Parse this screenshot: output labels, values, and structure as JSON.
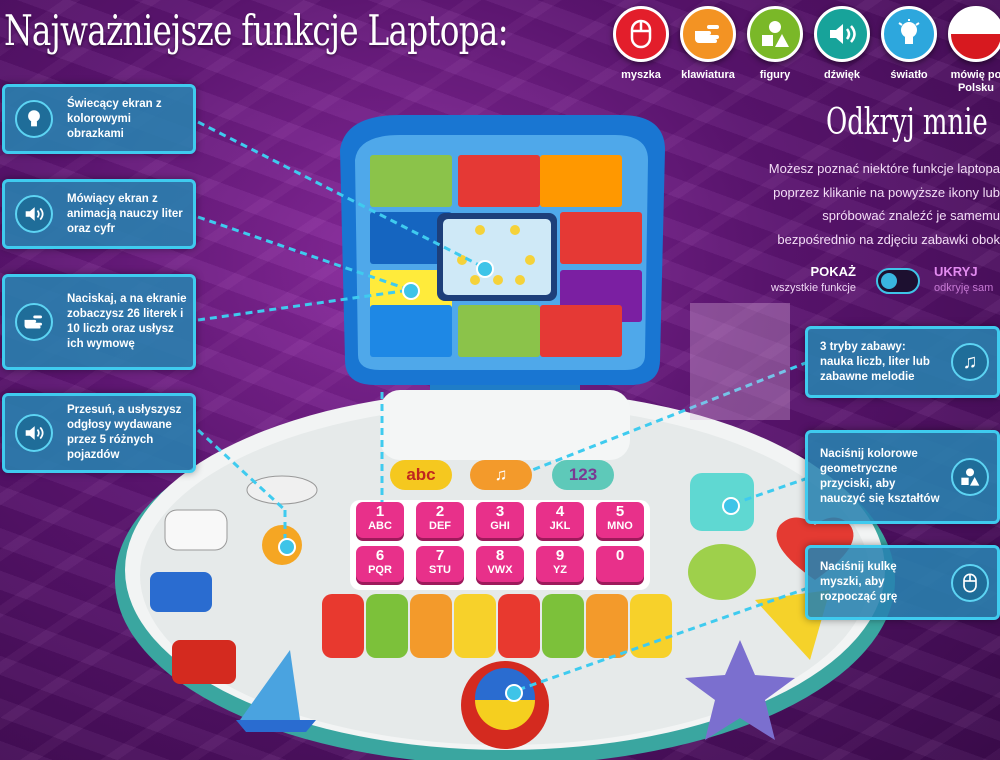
{
  "header": {
    "title": "Najważniejsze funkcje Laptopa:"
  },
  "icon_buttons": [
    {
      "label": "myszka",
      "icon": "mouse-icon",
      "color": "#e31e2b"
    },
    {
      "label": "klawiatura",
      "icon": "hand-icon",
      "color": "#f39323"
    },
    {
      "label": "figury",
      "icon": "shapes-icon",
      "color": "#7ab828"
    },
    {
      "label": "dźwięk",
      "icon": "speaker-icon",
      "color": "#17a39a"
    },
    {
      "label": "światło",
      "icon": "bulb-icon",
      "color": "#2da7dd"
    },
    {
      "label": "mówię po Polsku",
      "icon": "polish-flag-icon",
      "color": "#ffffff"
    }
  ],
  "discover": {
    "heading": "Odkryj mnie",
    "lines": [
      "Możesz poznać niektóre funkcje laptopa",
      "poprzez klikanie na powyższe ikony lub",
      "spróbować znaleźć je samemu",
      "bezpośrednio na zdjęciu zabawki obok"
    ]
  },
  "toggle": {
    "show_label": "POKAŻ",
    "show_sub": "wszystkie funkcje",
    "hide_label": "UKRYJ",
    "hide_sub": "odkryję sam"
  },
  "feature_boxes": [
    {
      "side": "left",
      "icon": "bulb-icon",
      "text": "Świecący ekran z kolorowymi obrazkami"
    },
    {
      "side": "left",
      "icon": "speaker-icon",
      "text": "Mówiący ekran z animacją nauczy liter oraz cyfr"
    },
    {
      "side": "left",
      "icon": "hand-icon",
      "text": "Naciskaj, a na ekranie zobaczysz 26 literek i 10 liczb oraz usłysz ich wymowę"
    },
    {
      "side": "left",
      "icon": "speaker-icon",
      "text": "Przesuń, a usłyszysz odgłosy wydawane przez 5 różnych pojazdów"
    },
    {
      "side": "right",
      "icon": "music-note-icon",
      "text": "3 tryby zabawy: nauka liczb, liter lub zabawne melodie"
    },
    {
      "side": "right",
      "icon": "shapes-icon",
      "text": "Naciśnij kolorowe geometryczne przyciski, aby nauczyć się kształtów"
    },
    {
      "side": "right",
      "icon": "mouse-icon",
      "text": "Naciśnij kulkę myszki, aby rozpocząć grę"
    }
  ],
  "toy": {
    "mode_buttons": [
      "abc",
      "♫",
      "123"
    ],
    "keys_row1": [
      {
        "num": "1",
        "letters": "ABC"
      },
      {
        "num": "2",
        "letters": "DEF"
      },
      {
        "num": "3",
        "letters": "GHI"
      },
      {
        "num": "4",
        "letters": "JKL"
      },
      {
        "num": "5",
        "letters": "MNO"
      }
    ],
    "keys_row2": [
      {
        "num": "6",
        "letters": "PQR"
      },
      {
        "num": "7",
        "letters": "STU"
      },
      {
        "num": "8",
        "letters": "VWX"
      },
      {
        "num": "9",
        "letters": "YZ"
      },
      {
        "num": "0",
        "letters": ""
      }
    ],
    "piano_colors": [
      "#e8392f",
      "#7cc13a",
      "#f39a2b",
      "#f7d12a",
      "#e8392f",
      "#7cc13a",
      "#f39a2b",
      "#f7d12a"
    ],
    "screen_colors": [
      "#8bc34a",
      "#e53935",
      "#ff9800",
      "#1565c0",
      "#e53935",
      "#ffeb3b",
      "#7b1fa2",
      "#1e88e5"
    ]
  },
  "colors": {
    "accent": "#3fcbef",
    "background": "#5b1470"
  }
}
